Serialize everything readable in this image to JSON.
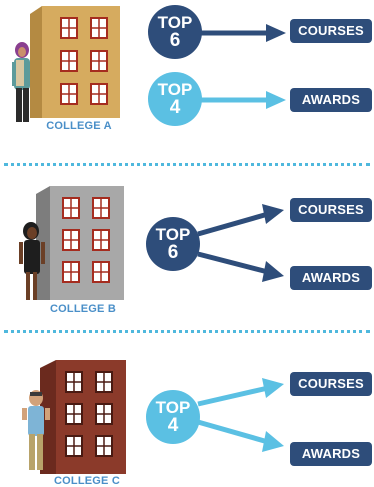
{
  "colors": {
    "navy": "#2e4d7a",
    "light_blue": "#5bc0e3",
    "label_blue": "#4a8fc8",
    "divider": "#4fb8dd",
    "building_a": "#d6ab5f",
    "building_b": "#a8a8a8",
    "building_c": "#8b3a2a"
  },
  "panels": [
    {
      "college": "COLLEGE A",
      "badge_top": "TOP",
      "badge_num": "6",
      "badge_style": "dark",
      "courses_label": "COURSES",
      "awards_label": "AWARDS",
      "courses_arrow": "dark",
      "awards_arrow": "light"
    },
    {
      "college": "COLLEGE B",
      "badge_top": "TOP",
      "badge_num": "6",
      "badge_style": "dark",
      "courses_label": "COURSES",
      "awards_label": "AWARDS",
      "courses_arrow": "dark",
      "awards_arrow": "dark"
    },
    {
      "college": "COLLEGE C",
      "badge_top": "TOP",
      "badge_num": "4",
      "badge_style": "light",
      "courses_label": "COURSES",
      "awards_label": "AWARDS",
      "courses_arrow": "light",
      "awards_arrow": "light"
    }
  ]
}
